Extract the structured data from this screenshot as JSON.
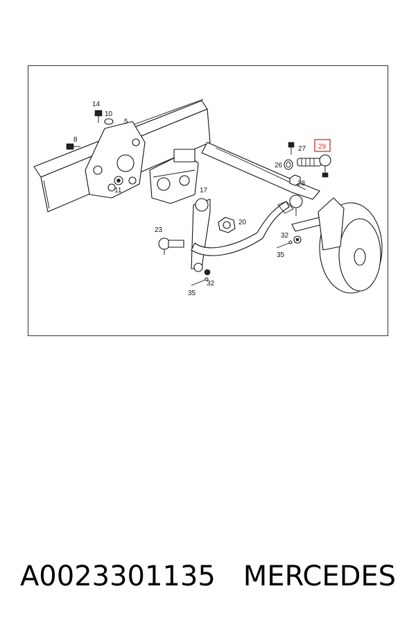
{
  "diagram": {
    "callouts": {
      "c14": "14",
      "c10": "10",
      "c5": "5",
      "c8": "8",
      "c11": "11",
      "c27": "27",
      "c29": "29",
      "c26": "26",
      "c28": "28",
      "c17": "17",
      "c20": "20",
      "c23": "23",
      "c32a": "32",
      "c35a": "35",
      "c32b": "32",
      "c35b": "35"
    },
    "highlighted_callout": "29",
    "highlight_color": "#d43b3b",
    "line_color": "#111111"
  },
  "caption": {
    "part_number": "A0023301135",
    "brand": "MERCEDES"
  }
}
